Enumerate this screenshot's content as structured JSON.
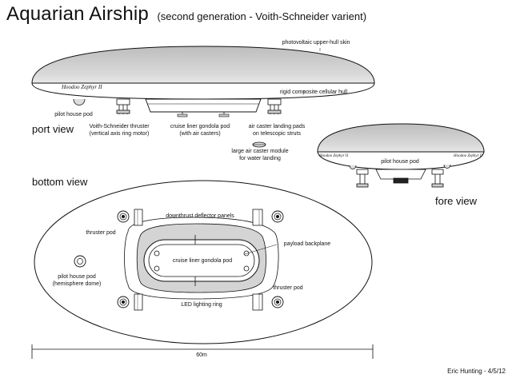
{
  "header": {
    "title": "Aquarian Airship",
    "subtitle": "(second generation - Voith-Schneider varient)"
  },
  "views": {
    "port": "port view",
    "fore": "fore view",
    "bottom": "bottom view"
  },
  "hull_badge": "Hoodoo Zephyr II",
  "port_labels": {
    "upper_skin": "photovoltaic upper-hull skin",
    "lower_hull": "rigid composite cellular hull",
    "pilot_pod": "pilot house pod",
    "thruster": [
      "Voith-Schneider thruster",
      "(vertical axis ring motor)"
    ],
    "gondola": [
      "cruise liner gondola pod",
      "(with air casters)"
    ],
    "landing_pads": [
      "air caster landing pads",
      "on telescopic struts"
    ],
    "water_module": [
      "large air caster module",
      "for water landing"
    ]
  },
  "fore_labels": {
    "pilot_pod": "pilot house pod"
  },
  "bottom_labels": {
    "downthrust": "downthrust deflector panels",
    "thruster_top": "thruster pod",
    "thruster_bottom": "thruster pod",
    "payload": "payload backplane",
    "gondola": "cruise liner gondola pod",
    "pilot_pod": [
      "pilot house pod",
      "(hemisphere dome)"
    ],
    "led": "LED lighting ring"
  },
  "dimension": "60m",
  "credit": "Eric Hunting - 4/5/12",
  "colors": {
    "hull_fill": "#cfcfcf",
    "line": "#111111",
    "background": "#ffffff"
  }
}
